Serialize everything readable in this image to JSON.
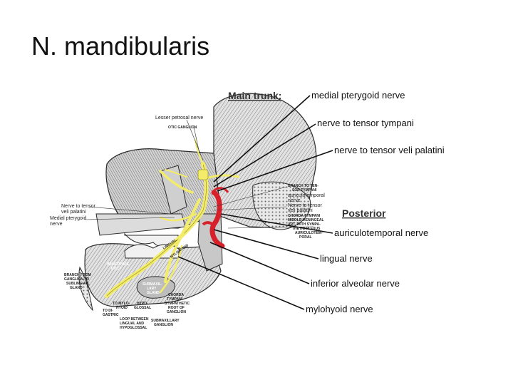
{
  "slide": {
    "title": "N. mandibularis"
  },
  "diagram": {
    "main_trunk_heading": "Main trunk:",
    "posterior_heading": "Posterior",
    "labels_right": [
      "medial pterygoid nerve",
      "nerve to tensor tympani",
      "nerve to tensor veli palatini",
      "auriculotemporal nerve",
      "lingual nerve",
      "inferior alveolar nerve",
      "mylohyoid nerve"
    ],
    "labels_small_top": [
      "Lesser petrosal nerve",
      "OTIC GANGLION"
    ],
    "labels_small_left": [
      "Nerve to tensor",
      "veli palatini",
      "Medial pterygoid",
      "nerve"
    ],
    "labels_small_mid": [
      "BRANCH TO TEN-",
      "SOR TYMPANI",
      "auriculotemporal",
      "nerve",
      "Nerve to tensor",
      "veli palatini",
      "CHORDA TYMPANI",
      "MIDDLE MENINGEAL",
      "ART. WITH SYMPA-",
      "THETIC PLEXUS",
      "AURICULOTEM-",
      "PORAL"
    ],
    "labels_small_bottom": [
      "BRANCH FROM",
      "GANGLION TO",
      "SUBLINGUAL",
      "GLAND",
      "TO MYLO-",
      "HYOID",
      "TO DI-",
      "GASTRIC",
      "HYPO-",
      "GLOSSAL",
      "CHORDA",
      "TYMPANI",
      "SYMPATHETIC",
      "ROOT OF",
      "GANGLION",
      "LOOP BETWEEN",
      "LINGUAL AND",
      "HYPOGLOSSAL",
      "SUBMAXILLARY",
      "GANGLION"
    ],
    "labels_on_figure": [
      "WHARTON'S",
      "DUCT",
      "SUBMAXIL-",
      "LARY",
      "GLAND",
      "LINGUAL",
      "MYLOHYOID"
    ],
    "colors": {
      "nerve": "#f3ec6a",
      "artery": "#d8202a",
      "bone": "#cfcfcf",
      "outline": "#2a2a2a"
    }
  }
}
